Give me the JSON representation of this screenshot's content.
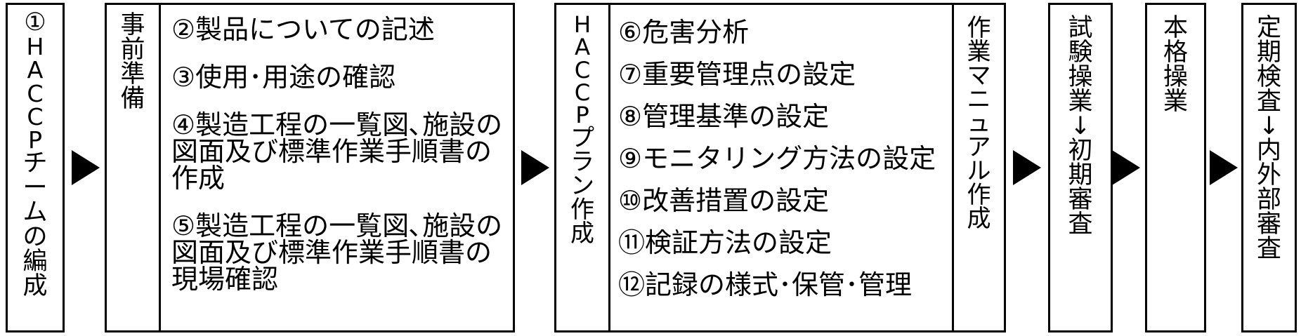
{
  "steps": {
    "s1": "①HACCPチームの編成",
    "s2_label": "事前準備",
    "s2_items": [
      "②製品についての記述",
      "③使用･用途の確認",
      "④製造工程の一覧図､施設の図面及び標準作業手順書の作成",
      "⑤製造工程の一覧図､施設の図面及び標準作業手順書の現場確認"
    ],
    "s3_label": "HACCPプラン作成",
    "s3_items": [
      "⑥危害分析",
      "⑦重要管理点の設定",
      "⑧管理基準の設定",
      "⑨モニタリング方法の設定",
      "⑩改善措置の設定",
      "⑪検証方法の設定",
      "⑫記録の様式･保管･管理"
    ],
    "s4": "作業マニュアル作成",
    "s5": "試験操業↓初期審査",
    "s6": "本格操業",
    "s7": "定期検査↓内外部審査"
  }
}
